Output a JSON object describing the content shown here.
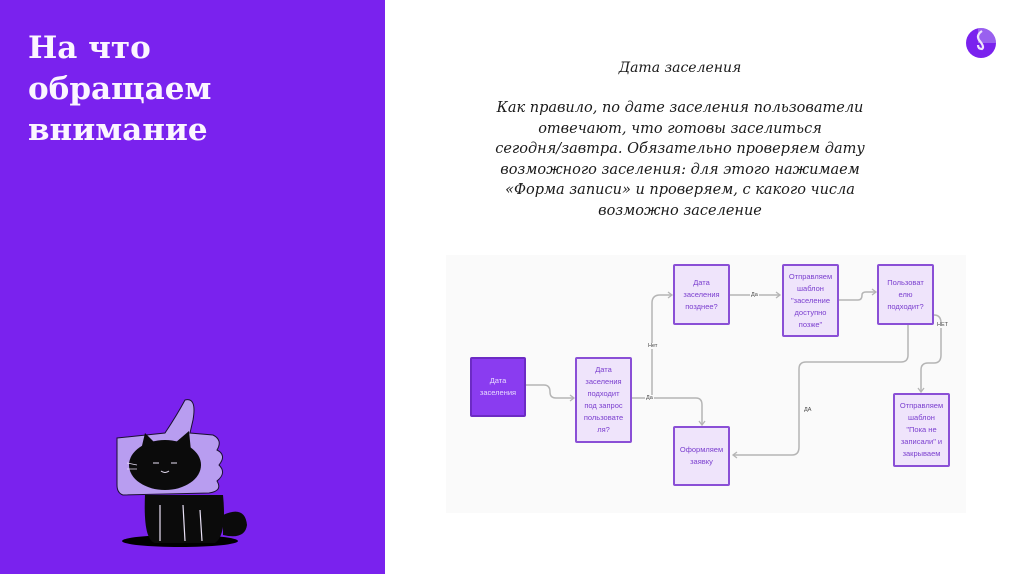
{
  "slide": {
    "title_lines": [
      "На что",
      "обращаем",
      "внимание"
    ],
    "accent_color": "#7a22ee",
    "logo_icon": "brand-logo-icon"
  },
  "content": {
    "heading": "Дата заселения",
    "paragraph_lines": [
      "Как правило, по дате заселения пользователи",
      "отвечают, что готовы заселиться",
      "сегодня/завтра. Обязательно проверяем дату",
      "возможного заселения: для этого нажимаем",
      "«Форма записи» и проверяем, с какого числа",
      "возможно заселение"
    ]
  },
  "flowchart": {
    "nodes": [
      {
        "id": "start",
        "lines": [
          "Дата",
          "заселения"
        ]
      },
      {
        "id": "fits",
        "lines": [
          "Дата",
          "заселения",
          "подходит",
          "под запрос",
          "пользовате",
          "ля?"
        ]
      },
      {
        "id": "later",
        "lines": [
          "Дата",
          "заселения",
          "позднее?"
        ]
      },
      {
        "id": "send_later",
        "lines": [
          "Отправляем",
          "шаблон",
          "\"заселение",
          "доступно",
          "позже\""
        ]
      },
      {
        "id": "user_ok",
        "lines": [
          "Пользоват",
          "елю",
          "подходит?"
        ]
      },
      {
        "id": "apply",
        "lines": [
          "Оформляем",
          "заявку"
        ]
      },
      {
        "id": "send_close",
        "lines": [
          "Отправляем",
          "шаблон",
          "\"Пока не",
          "записали\" и",
          "закрываем"
        ]
      }
    ],
    "edge_labels": {
      "fits_no": "Нет",
      "fits_yes": "Да",
      "later_yes": "Да",
      "user_ok_no": "НЕТ",
      "user_ok_yes": "ДА"
    }
  },
  "mascot": {
    "icon": "cat-thumbs-up-illustration"
  }
}
